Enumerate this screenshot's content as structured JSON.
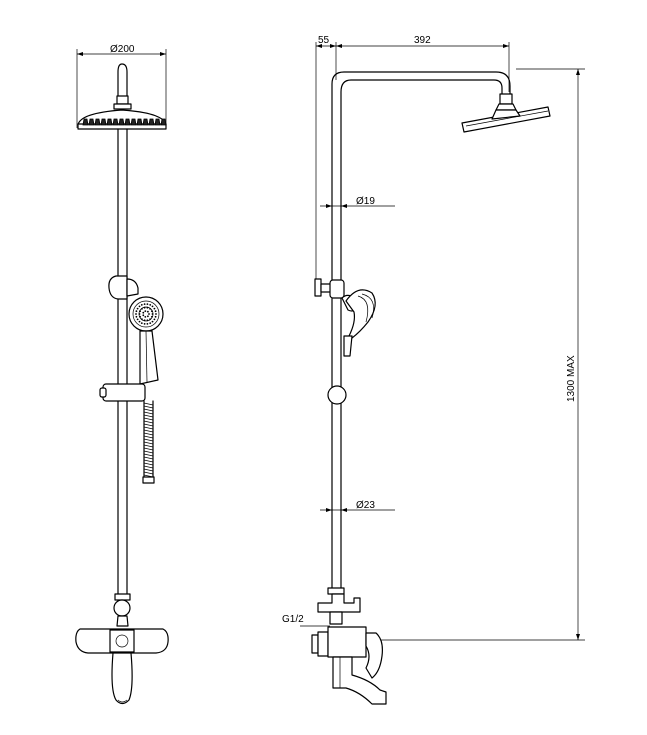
{
  "dimensions": {
    "head_diameter": "Ø200",
    "offset": "55",
    "arm_length": "392",
    "upper_pipe_diameter": "Ø19",
    "lower_pipe_diameter": "Ø23",
    "thread": "G1/2",
    "height": "1300 MAX"
  }
}
